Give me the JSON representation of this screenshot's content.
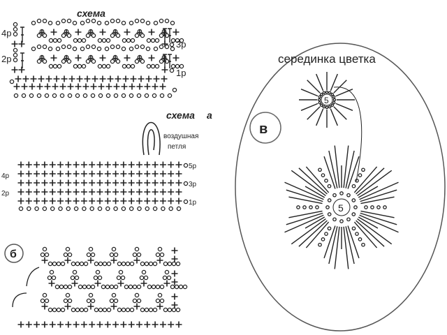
{
  "scheme_top": {
    "title": "схема",
    "row_labels_left": [
      "4р",
      "2р"
    ],
    "row_labels_right": [
      "3р",
      "1р"
    ]
  },
  "scheme_a": {
    "title": "схема",
    "letter": "а",
    "note_line1": "воздушная",
    "note_line2": "петля",
    "row_labels_left": [
      "4р",
      "2р"
    ],
    "row_labels_right": [
      "5р",
      "3р",
      "1р"
    ]
  },
  "scheme_b": {
    "letter": "б"
  },
  "scheme_v": {
    "letter": "в",
    "title": "серединка цветка",
    "center_small": "5",
    "center_large": "5"
  },
  "colors": {
    "ink": "#222222",
    "background": "#ffffff"
  }
}
